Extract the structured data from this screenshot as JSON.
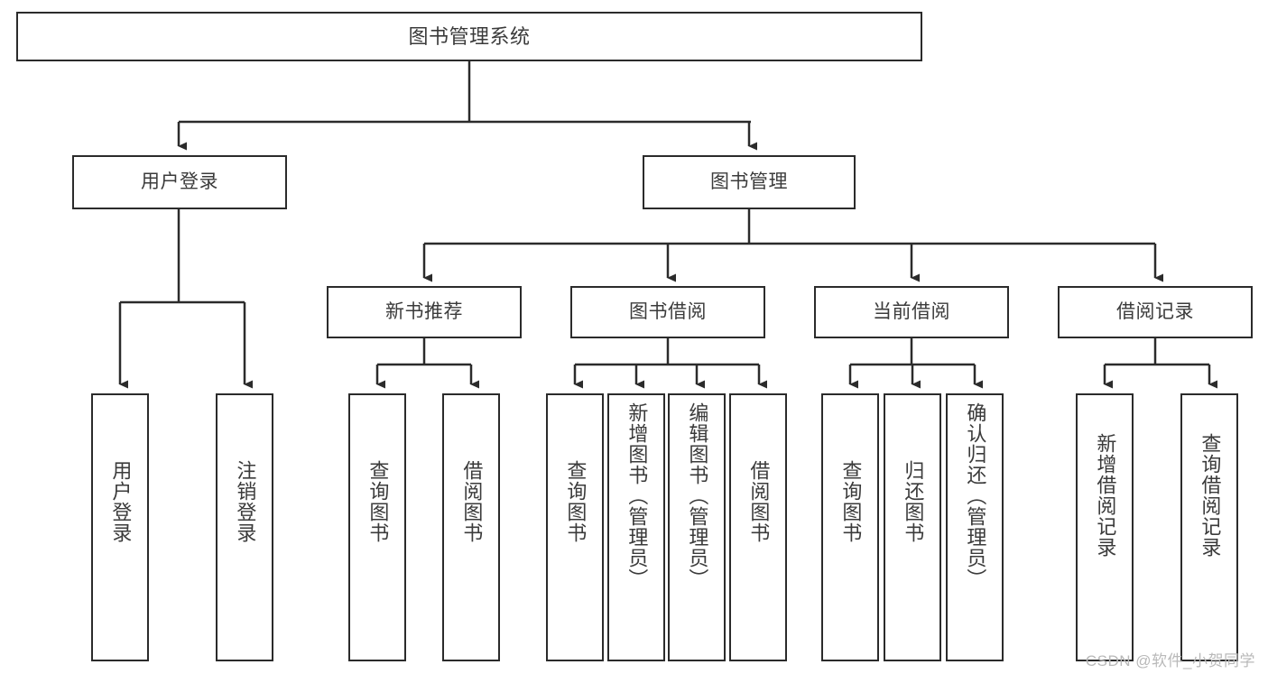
{
  "diagram": {
    "title": "图书管理系统",
    "type": "hierarchy-tree",
    "watermark": "CSDN @软件_小贺同学",
    "colors": {
      "stroke": "#2b2b2b",
      "text": "#3b3b3b",
      "background": "#ffffff",
      "watermark": "#b9b9b9"
    },
    "levels": {
      "root": {
        "label": "图书管理系统"
      },
      "level1": [
        {
          "id": "user-login",
          "label": "用户登录"
        },
        {
          "id": "book-management",
          "label": "图书管理"
        }
      ],
      "level2": [
        {
          "id": "new-book-recommend",
          "label": "新书推荐",
          "parent": "book-management"
        },
        {
          "id": "book-borrow",
          "label": "图书借阅",
          "parent": "book-management"
        },
        {
          "id": "current-borrow",
          "label": "当前借阅",
          "parent": "book-management"
        },
        {
          "id": "borrow-record",
          "label": "借阅记录",
          "parent": "book-management"
        }
      ],
      "leaves": [
        {
          "id": "leaf-user-login",
          "label": "用户登录",
          "parent": "user-login"
        },
        {
          "id": "leaf-user-logout",
          "label": "注销登录",
          "parent": "user-login"
        },
        {
          "id": "leaf-query-book-1",
          "label": "查询图书",
          "parent": "new-book-recommend"
        },
        {
          "id": "leaf-borrow-book-1",
          "label": "借阅图书",
          "parent": "new-book-recommend"
        },
        {
          "id": "leaf-query-book-2",
          "label": "查询图书",
          "parent": "book-borrow"
        },
        {
          "id": "leaf-add-book",
          "label": "新增图书（管理员）",
          "parent": "book-borrow"
        },
        {
          "id": "leaf-edit-book",
          "label": "编辑图书（管理员）",
          "parent": "book-borrow"
        },
        {
          "id": "leaf-borrow-book-2",
          "label": "借阅图书",
          "parent": "book-borrow"
        },
        {
          "id": "leaf-query-book-3",
          "label": "查询图书",
          "parent": "current-borrow"
        },
        {
          "id": "leaf-return-book",
          "label": "归还图书",
          "parent": "current-borrow"
        },
        {
          "id": "leaf-confirm-return",
          "label": "确认归还（管理员）",
          "parent": "current-borrow"
        },
        {
          "id": "leaf-add-record",
          "label": "新增借阅记录",
          "parent": "borrow-record"
        },
        {
          "id": "leaf-query-record",
          "label": "查询借阅记录",
          "parent": "borrow-record"
        }
      ]
    }
  }
}
